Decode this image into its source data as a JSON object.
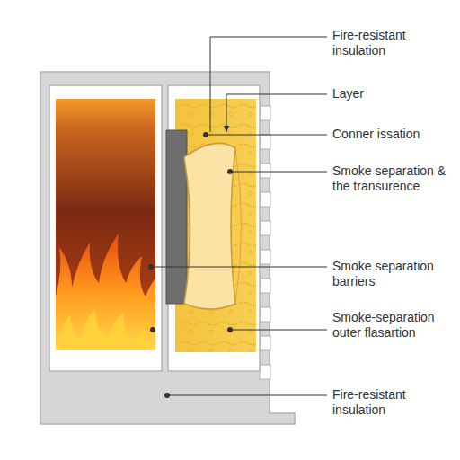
{
  "diagram": {
    "labels": [
      "Fire-resistant insulation",
      "Layer",
      "Conner issation",
      "Smoke separation & the transurence",
      "Smoke separation barriers",
      "Smoke-separation outer flasartion",
      "Fire-resistant insulation"
    ]
  }
}
